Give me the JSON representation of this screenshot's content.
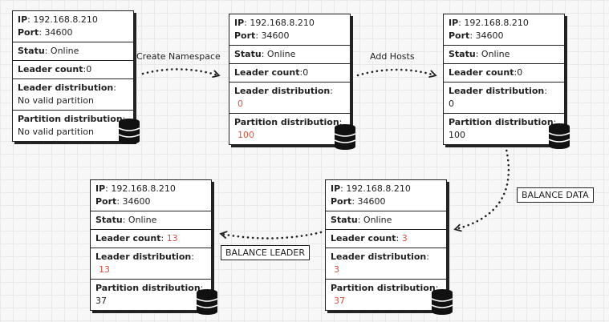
{
  "labels": {
    "ip": "IP",
    "port": "Port",
    "statu": "Statu",
    "leader_count": "Leader count",
    "leader_distribution": "Leader distribution",
    "partition_distribution": "Partition distribution"
  },
  "cards": [
    {
      "ip": "192.168.8.210",
      "port": "34600",
      "statu": "Online",
      "leader_count_sep": ":",
      "leader_count": "0",
      "leader_distribution": "No valid partition",
      "partition_distribution": "No valid partition"
    },
    {
      "ip": "192.168.8.210",
      "port": "34600",
      "statu": "Online",
      "leader_count_sep": ":",
      "leader_count": "0",
      "leader_distribution": "0",
      "partition_distribution": "100"
    },
    {
      "ip": "192.168.8.210",
      "port": "34600",
      "statu": "Online",
      "leader_count_sep": ":",
      "leader_count": "0",
      "leader_distribution": "0",
      "partition_distribution": "100"
    },
    {
      "ip": "192.168.8.210",
      "port": "34600",
      "statu": "Online",
      "leader_count_sep": ": ",
      "leader_count": "3",
      "leader_distribution": "3",
      "partition_distribution": "37"
    },
    {
      "ip": "192.168.8.210",
      "port": "34600",
      "statu": "Online",
      "leader_count_sep": ": ",
      "leader_count": "13",
      "leader_distribution": "13",
      "partition_distribution": "37"
    }
  ],
  "edges": {
    "create_namespace": "Create Namespace",
    "add_hosts": "Add Hosts",
    "balance_data": "BALANCE DATA",
    "balance_leader": "BALANCE LEADER"
  },
  "colors": {
    "highlight": "#e0503a",
    "ink": "#222222"
  },
  "icons": {
    "storage": "database-icon"
  }
}
